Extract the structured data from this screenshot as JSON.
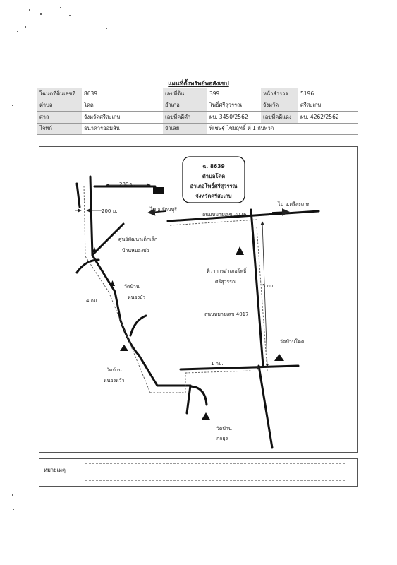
{
  "title": "แผนที่ตั้งทรัพย์พอสังเขป",
  "info_rows": [
    [
      {
        "label": "โฉนดที่ดินเลขที่",
        "value": "8639"
      },
      {
        "label": "เลขที่ดิน",
        "value": "399"
      },
      {
        "label": "หน้าสำรวจ",
        "value": "5196"
      }
    ],
    [
      {
        "label": "ตำบล",
        "value": "โดด"
      },
      {
        "label": "อำเภอ",
        "value": "โพธิ์ศรีสุวรรณ"
      },
      {
        "label": "จังหวัด",
        "value": "ศรีสะเกษ"
      }
    ],
    [
      {
        "label": "ศาล",
        "value": "จังหวัดศรีสะเกษ"
      },
      {
        "label": "เลขที่คดีดำ",
        "value": "ผบ. 3450/2562"
      },
      {
        "label": "เลขที่คดีแดง",
        "value": "ผบ. 4262/2562"
      }
    ],
    [
      {
        "label": "โจทก์",
        "value": "ธนาคารออมสิน"
      },
      {
        "label": "จำเลย",
        "value": "พิเชษฐ์ ไชยฤทธิ์ ที่ 1 กับพวก"
      }
    ]
  ],
  "map": {
    "box_line1": "ฉ. 8639",
    "box_line2": "ตำบลโดด",
    "box_line3": "อำเภอโพธิ์ศรีสุวรรณ",
    "box_line4": "จังหวัดศรีสะเกษ",
    "dist_280": "280 ม.",
    "dist_200": "200 ม.",
    "to_rattanaburi": "ไป อ.รัตนบุรี",
    "to_sisaket": "ไป อ.ศรีสะเกษ",
    "road_2076": "ถนนหมายเลข 2076",
    "child_center_1": "ศูนย์พัฒนาเด็กเล็ก",
    "child_center_2": "บ้านหนองบัว",
    "wat_nongbua_1": "วัดบ้าน",
    "wat_nongbua_2": "หนองบัว",
    "district_office_1": "ที่ว่าการอำเภอโพธิ์",
    "district_office_2": "ศรีสุวรรณ",
    "dist_4km": "4 กม.",
    "dist_5km": "5 กม.",
    "road_4017": "ถนนหมายเลข 4017",
    "wat_dod": "วัดบ้านโดด",
    "dist_1km": "1 กม.",
    "wat_nongwa_1": "วัดบ้าน",
    "wat_nongwa_2": "หนองหว้า",
    "wat_kakung_1": "วัดบ้าน",
    "wat_kakung_2": "กกยุง"
  },
  "remarks_label": "หมายเหตุ"
}
